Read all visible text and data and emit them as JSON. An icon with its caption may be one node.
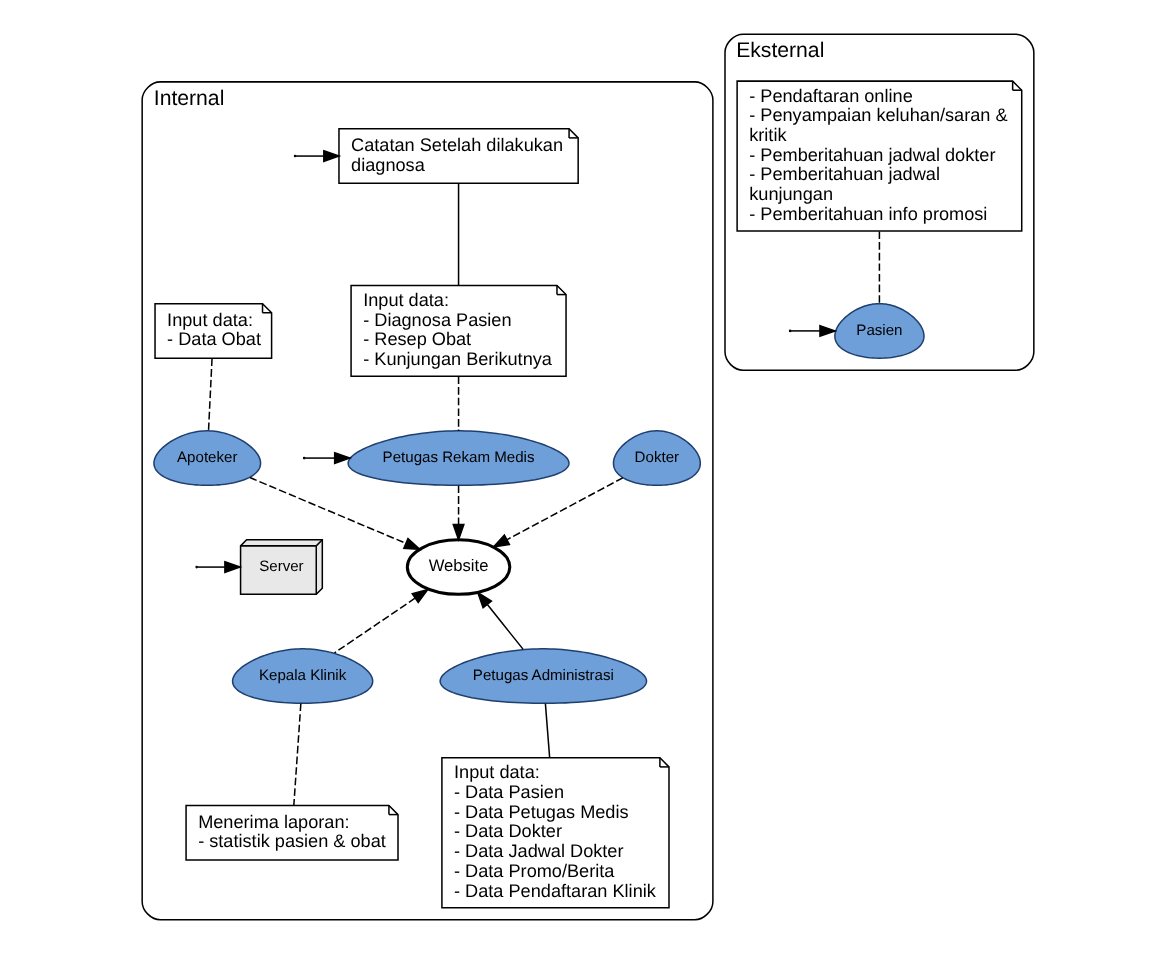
{
  "diagram": {
    "nodes": [
      {
        "text": [
          "Internal"
        ]
      },
      {
        "text": [
          "Catatan Setelah dilakukan diagnosa"
        ],
        "in": 0
      },
      {
        "text": [
          "Dokter"
        ],
        "in": 0
      },
      {
        "text": [
          "Input data: - Diagnosa Pasien - Resep Obat - Kunjungan Berikutnya"
        ],
        "in": 0
      },
      {
        "text": [
          "Petugas Rekam Medis"
        ],
        "in": 0
      },
      {
        "text": [
          "Input data: - Data Obat"
        ],
        "in": 0
      },
      {
        "text": [
          "Apoteker"
        ],
        "in": 0
      },
      {
        "text": [
          "Website"
        ],
        "in": 0
      },
      {
        "text": [
          "Server"
        ],
        "in": 0
      },
      {
        "text": [
          "Kepala Klinik"
        ],
        "in": 0
      },
      {
        "text": [
          "Menerima laporan: - statistik pasien & obat"
        ],
        "in": 0
      },
      {
        "text": [
          "Petugas Administrasi"
        ],
        "in": 0
      },
      {
        "text": [
          "Input data: - Data Pasien - Data Petugas Medis - Data Dokter - Data Jadwal Dokter - Data Promo/Berita - Data Pendaftaran Klinik"
        ],
        "in": 0
      },
      {
        "text": [
          "Eksternal"
        ]
      },
      {
        "text": [
          "- Pendaftaran online - Penyampaian keluhan/saran & kritik - Pemberitahuan jadwal dokter - Pemberitahuan jadwal kunjungan - Pemberitahuan info promosi"
        ],
        "in": 13
      },
      {
        "text": [
          "Pasien"
        ],
        "in": 13
      }
    ],
    "edges": [
      {
        "from": null,
        "to": 1,
        "arrow": "to"
      },
      {
        "from": 1,
        "to": 3,
        "arrow": "none"
      },
      {
        "from": null,
        "to": 4,
        "arrow": "to"
      },
      {
        "from": 3,
        "to": 4,
        "arrow": "none",
        "style": "dashed"
      },
      {
        "from": 5,
        "to": 6,
        "arrow": "none",
        "style": "dashed"
      },
      {
        "from": 2,
        "to": 7,
        "arrow": "to",
        "style": "dashed"
      },
      {
        "from": 4,
        "to": 7,
        "arrow": "to",
        "style": "dashed"
      },
      {
        "from": 6,
        "to": 7,
        "arrow": "to",
        "style": "dashed"
      },
      {
        "from": null,
        "to": 8,
        "arrow": "to"
      },
      {
        "from": 9,
        "to": 7,
        "arrow": "to",
        "style": "dashed"
      },
      {
        "from": 11,
        "to": 7,
        "arrow": "to"
      },
      {
        "from": 10,
        "to": 9,
        "arrow": "none",
        "style": "dashed"
      },
      {
        "from": 12,
        "to": 11,
        "arrow": "none"
      },
      {
        "from": 14,
        "to": 15,
        "arrow": "none",
        "style": "dashed"
      },
      {
        "from": null,
        "to": 15,
        "arrow": "to"
      }
    ]
  }
}
